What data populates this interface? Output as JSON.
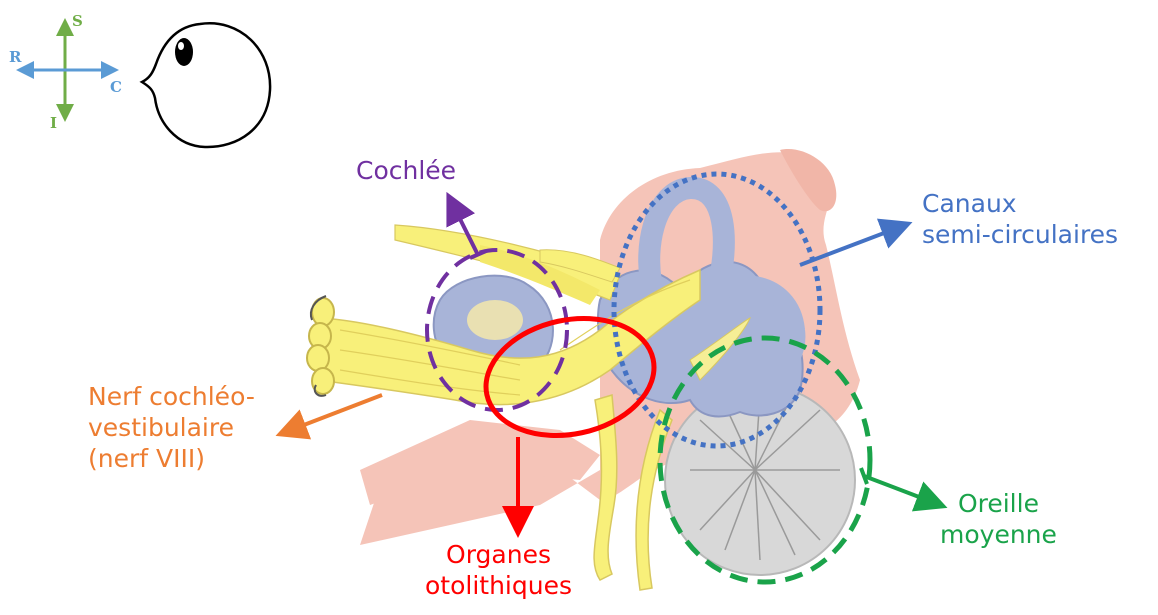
{
  "orientation": {
    "superior": "S",
    "inferior": "I",
    "rostral": "R",
    "caudal": "C"
  },
  "labels": {
    "cochlea": "Cochlée",
    "canals_line1": "Canaux",
    "canals_line2": "semi-circulaires",
    "nerve_line1": "Nerf cochléo-",
    "nerve_line2": "vestibulaire",
    "nerve_line3": "(nerf VIII)",
    "middle_ear_line1": "Oreille",
    "middle_ear_line2": "moyenne",
    "otolith_line1": "Organes",
    "otolith_line2": "otolithiques"
  },
  "colors": {
    "cochlea": "#7030a0",
    "canals": "#4472c4",
    "nerve": "#ed7d31",
    "middle_ear": "#1aa34a",
    "otolith": "#ff0000",
    "superior_inferior_arrows": "#70ad47",
    "rostral_caudal_arrows": "#5b9bd5",
    "bone": "#f5c4b8",
    "labyrinth": "#a8b4d8",
    "nerve_fibers": "#f8f07a",
    "eardrum": "#d8d8d8"
  },
  "icons": {
    "head": "head-profile-icon",
    "orientation": "orientation-compass-icon"
  }
}
